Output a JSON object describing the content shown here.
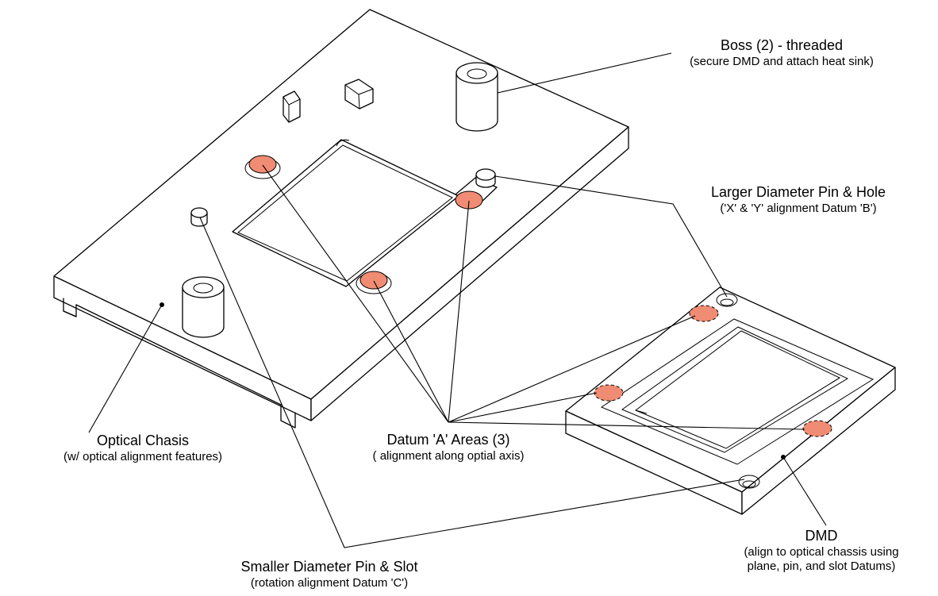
{
  "labels": {
    "boss": {
      "title": "Boss (2) - threaded",
      "subtitle": "(secure DMD and  attach heat sink)"
    },
    "large_pin": {
      "title": "Larger Diameter Pin & Hole",
      "subtitle": "('X' & 'Y' alignment Datum 'B')"
    },
    "chassis": {
      "title": "Optical Chasis",
      "subtitle": "(w/ optical alignment features)"
    },
    "datum_a": {
      "title": "Datum 'A' Areas (3)",
      "subtitle": "( alignment along optial axis)"
    },
    "dmd": {
      "title": "DMD",
      "subtitle_line1": "(align to optical chassis using",
      "subtitle_line2": "plane, pin, and slot Datums)"
    },
    "small_pin": {
      "title": "Smaller Diameter Pin & Slot",
      "subtitle": "(rotation alignment Datum 'C')"
    }
  },
  "colors": {
    "datum_fill": "#f08c73",
    "line": "#000000",
    "background": "#ffffff"
  }
}
